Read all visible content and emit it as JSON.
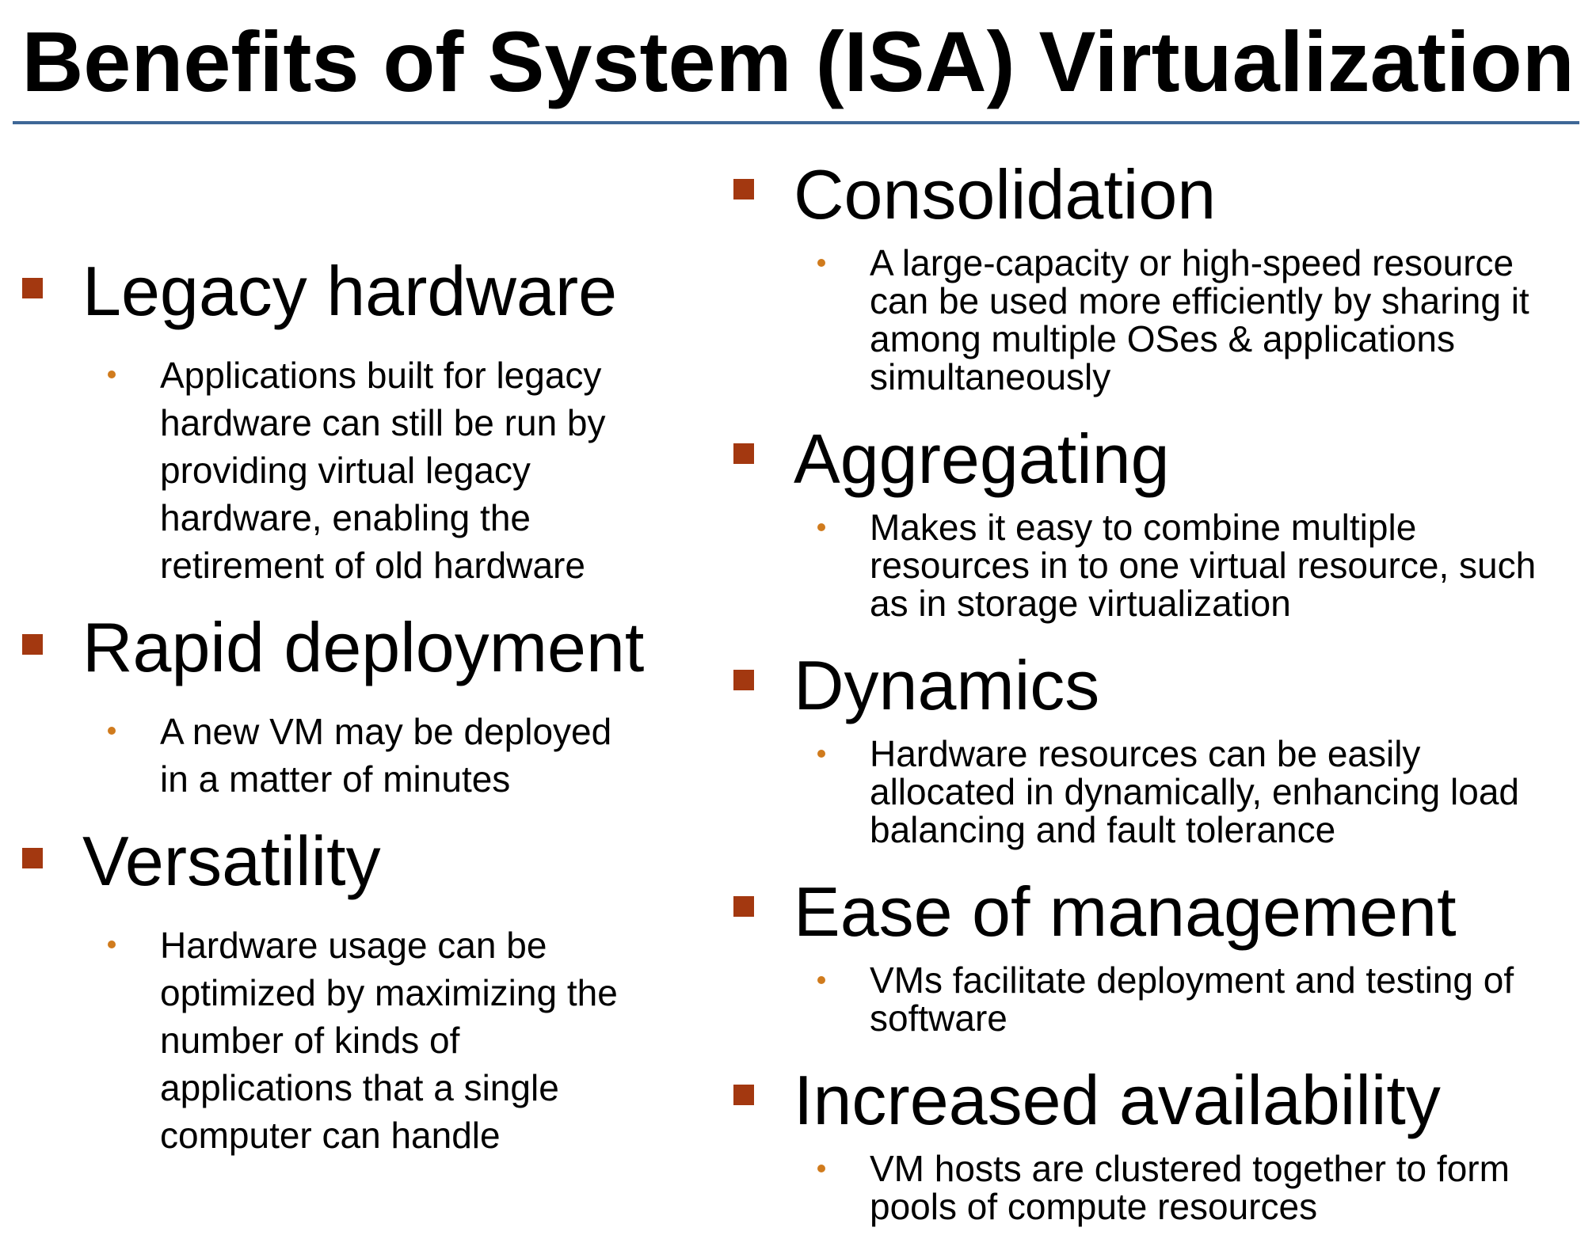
{
  "slide": {
    "title": "Benefits of System (ISA) Virtualization",
    "left_items": [
      {
        "heading": "Legacy hardware",
        "detail": "Applications built for legacy\nhardware can still be run by\nproviding virtual legacy\nhardware, enabling the\nretirement of old hardware"
      },
      {
        "heading": "Rapid deployment",
        "detail": "A new VM may be deployed\nin a matter of minutes"
      },
      {
        "heading": "Versatility",
        "detail": "Hardware usage can be\noptimized by maximizing the\nnumber of kinds of\napplications that a single\ncomputer can handle"
      }
    ],
    "right_items": [
      {
        "heading": "Consolidation",
        "detail": "A large-capacity or high-speed resource\ncan be used more efficiently by sharing it\namong multiple OSes & applications\nsimultaneously"
      },
      {
        "heading": "Aggregating",
        "detail": "Makes it easy to combine multiple\nresources in to one virtual resource, such\nas in storage virtualization"
      },
      {
        "heading": "Dynamics",
        "detail": "Hardware resources can be easily\nallocated in dynamically, enhancing load\nbalancing and fault tolerance"
      },
      {
        "heading": "Ease of management",
        "detail": "VMs facilitate deployment and testing of\nsoftware"
      },
      {
        "heading": "Increased availability",
        "detail": "VM hosts are clustered together to form\npools of compute resources"
      }
    ]
  },
  "colors": {
    "title_rule": "#3e6797",
    "square_bullet": "#a33810",
    "dot_bullet": "#d07b1d",
    "text": "#000000",
    "background": "#ffffff"
  },
  "icons": {
    "primary_bullet": "square-bullet-icon",
    "secondary_bullet": "dot-bullet-icon"
  }
}
